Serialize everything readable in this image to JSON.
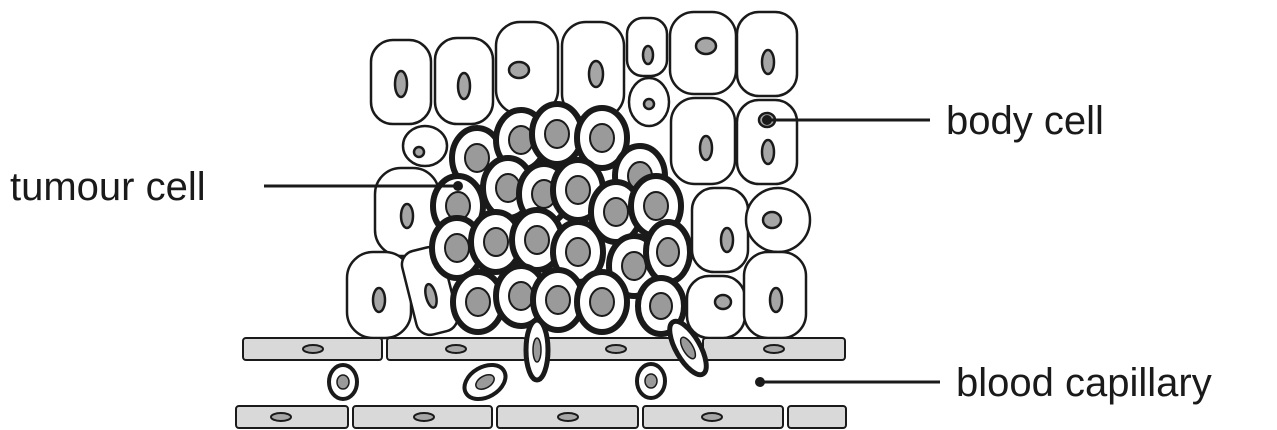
{
  "labels": {
    "body_cell": "body cell",
    "tumour_cell": "tumour cell",
    "blood_capillary": "blood capillary"
  },
  "colors": {
    "outline": "#1a1a1a",
    "nucleus": "#a6a6a6",
    "tumour_nucleus": "#9a9a9a",
    "capillary_wall": "#d9d9d9",
    "background": "#ffffff"
  }
}
